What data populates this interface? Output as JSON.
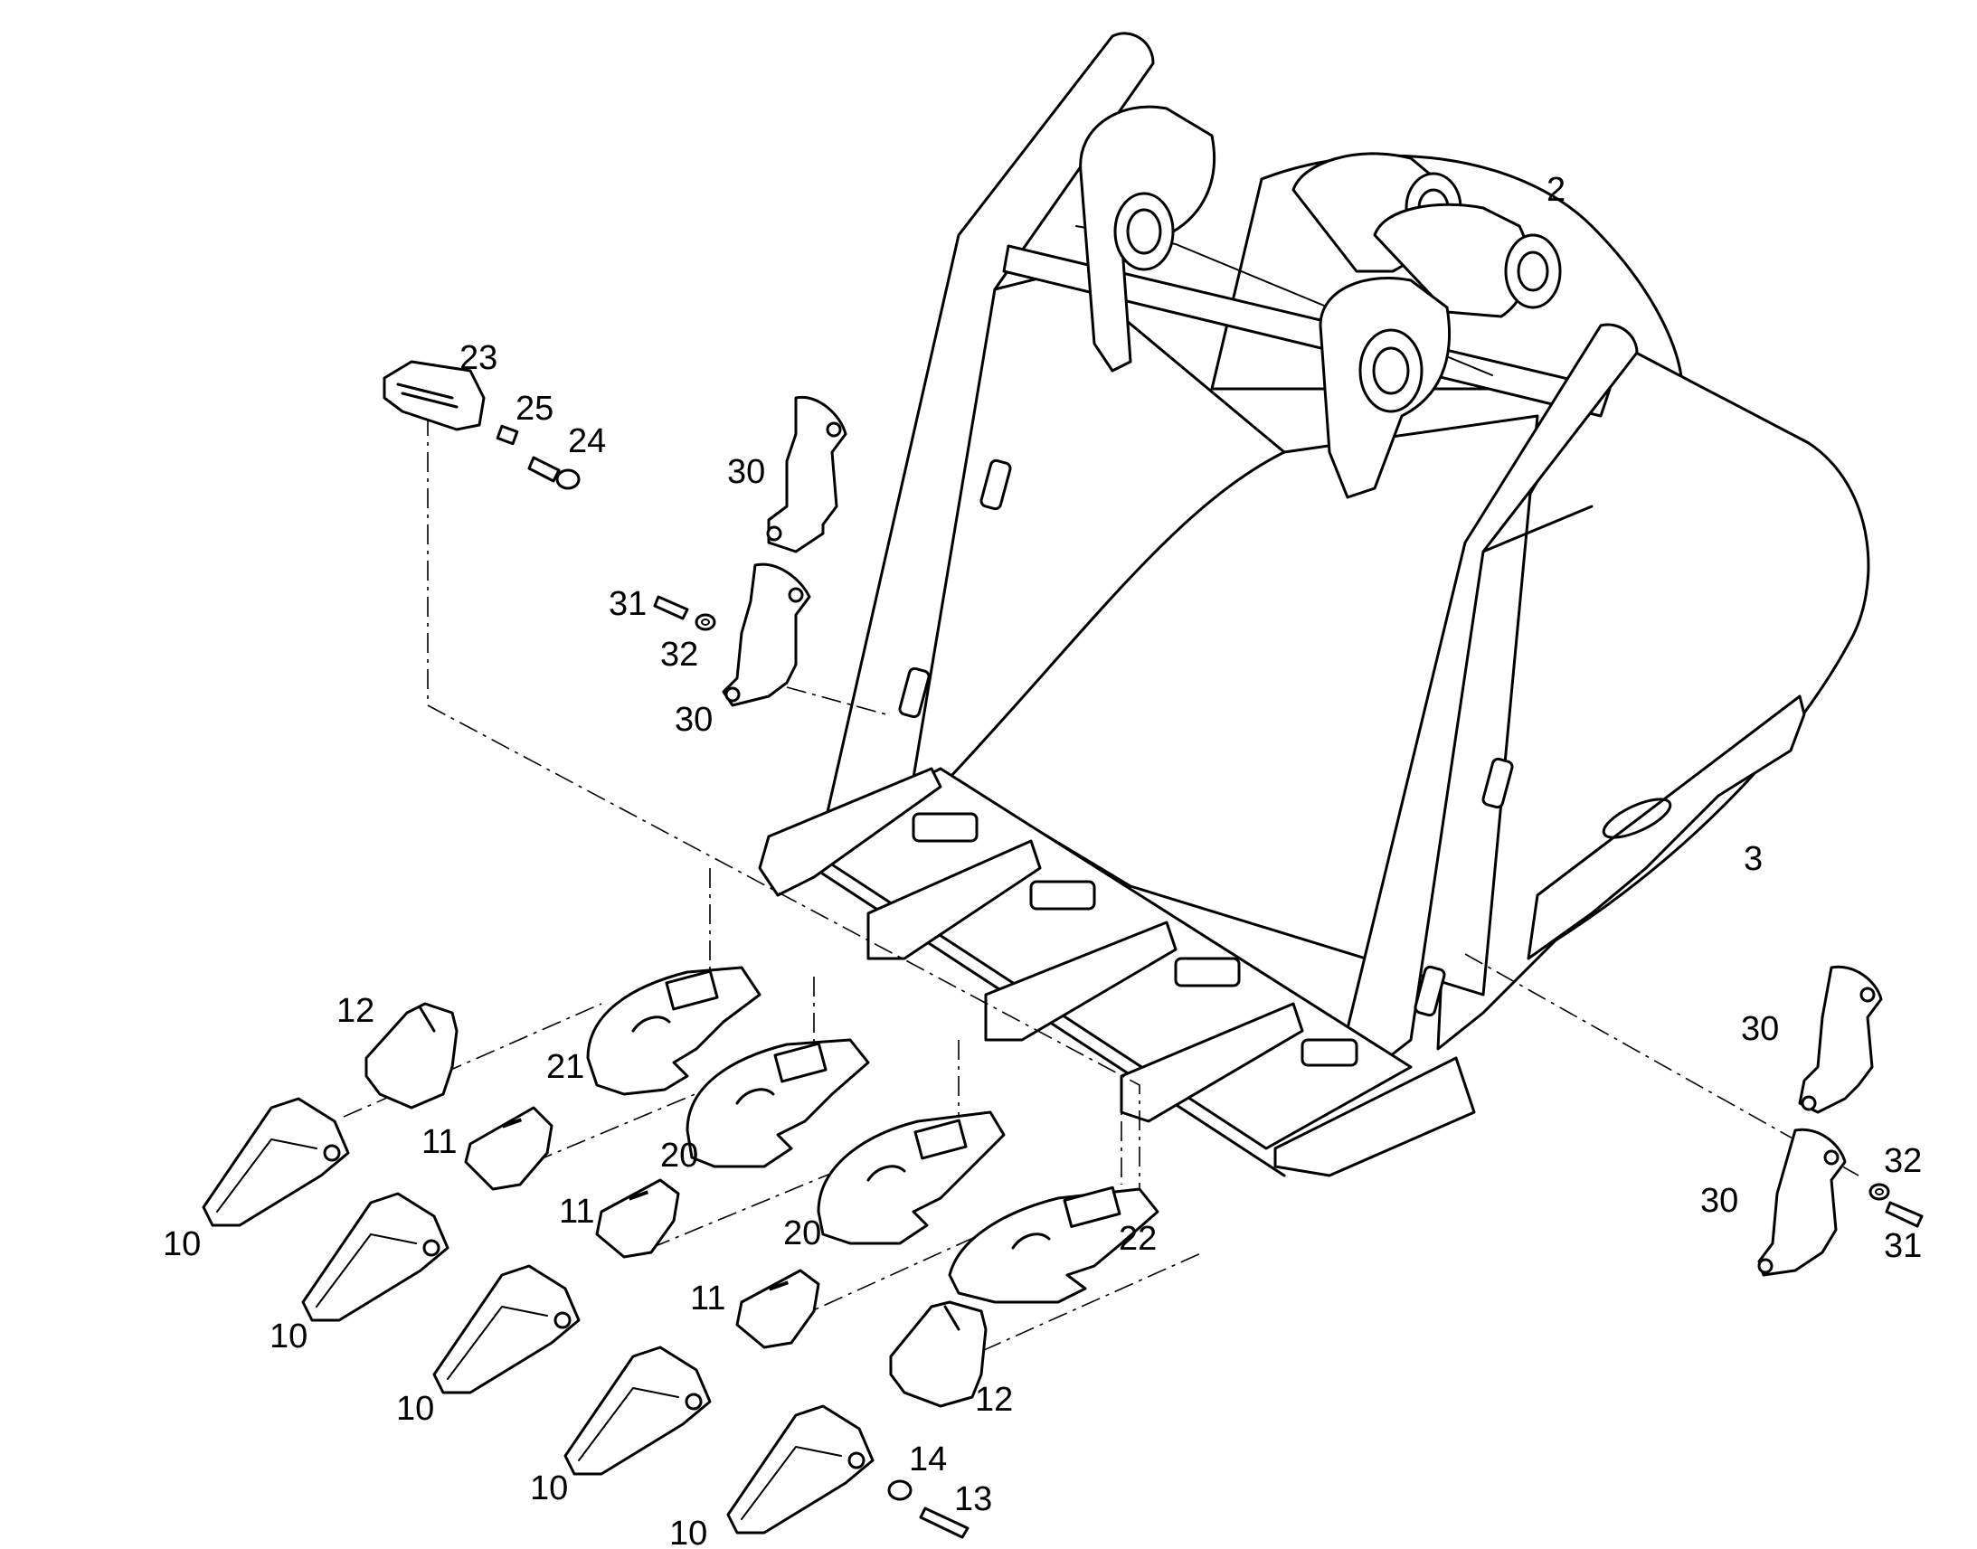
{
  "callouts": {
    "bucket_body": "2",
    "side_cutter_edge": "3",
    "tooth_a": "10",
    "tooth_b": "10",
    "tooth_c": "10",
    "tooth_d": "10",
    "tooth_e": "10",
    "tooth_pin_cover_a": "11",
    "tooth_pin_cover_b": "11",
    "tooth_pin_cover_c": "11",
    "corner_adapter_left": "12",
    "corner_adapter_right": "12",
    "pin": "13",
    "retainer": "14",
    "adapter_center_a": "20",
    "adapter_center_b": "20",
    "adapter_left": "21",
    "adapter_right": "22",
    "lip_shroud": "23",
    "shroud_bolt": "24",
    "shroud_washer": "25",
    "side_protector_left_upper": "30",
    "side_protector_left_lower": "30",
    "side_protector_right_upper": "30",
    "side_protector_right_lower": "30",
    "side_pin_left": "31",
    "side_pin_right": "31",
    "side_washer_left": "32",
    "side_washer_right": "32"
  },
  "icons": {
    "stroke_color": "#000000",
    "background_color": "#ffffff"
  }
}
